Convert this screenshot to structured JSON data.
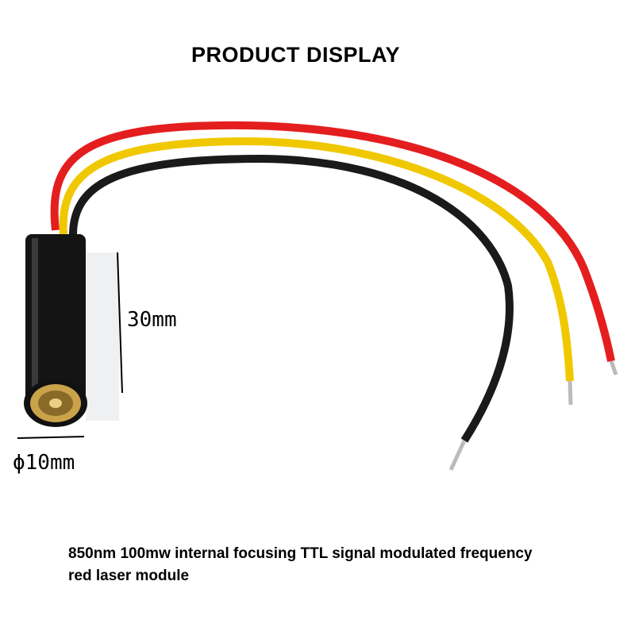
{
  "header": {
    "title": "PRODUCT DISPLAY"
  },
  "dimensions": {
    "length": "30mm",
    "diameter": "ϕ10mm"
  },
  "caption": {
    "line1": "850nm 100mw internal focusing TTL signal modulated frequency",
    "line2": "red laser module"
  },
  "colors": {
    "wire_red": "#e41e1e",
    "wire_yellow": "#f0c800",
    "wire_black": "#1a1a1a",
    "body": "#141414",
    "brass": "#c9a24a"
  }
}
